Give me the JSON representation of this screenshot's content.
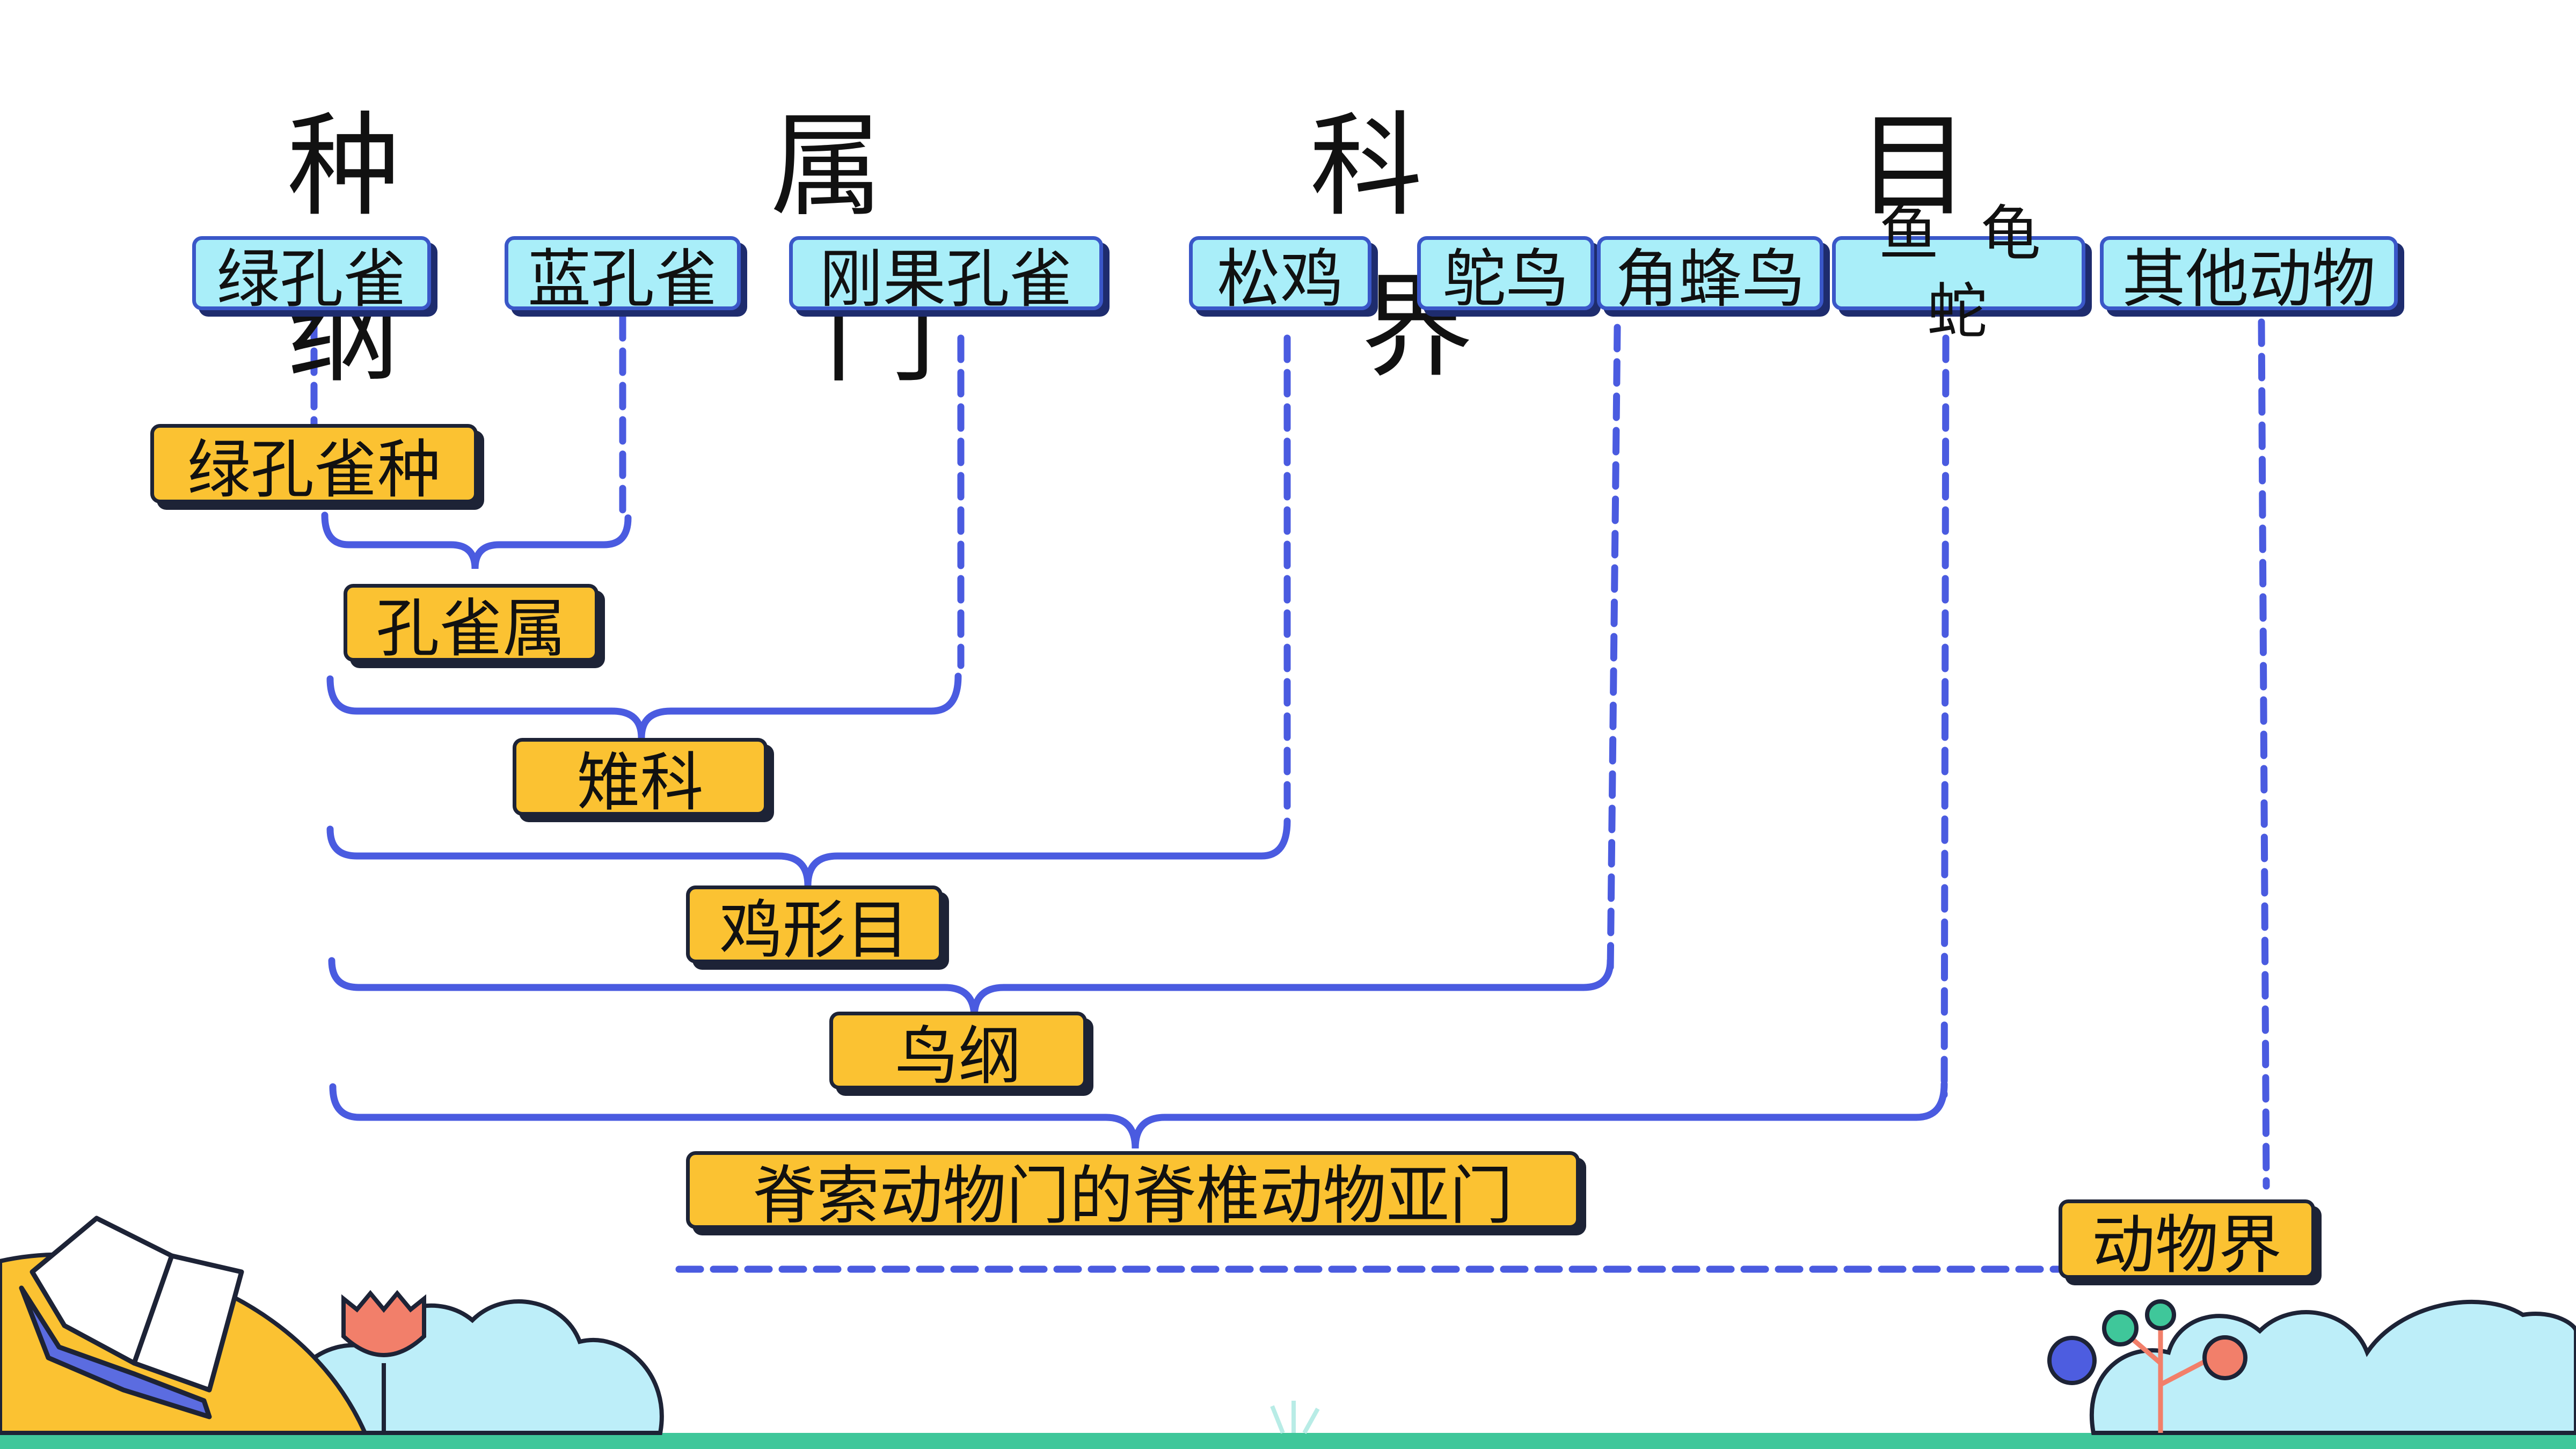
{
  "ranks": {
    "zhong": "种",
    "shu": "属",
    "ke": "科",
    "mu": "目",
    "gang": "纲",
    "men": "门",
    "jie": "界"
  },
  "animals": {
    "green_peacock": "绿孔雀",
    "blue_peacock": "蓝孔雀",
    "congo_peacock": "刚果孔雀",
    "grouse": "松鸡",
    "ostrich": "鸵鸟",
    "hornbill": "角蜂鸟",
    "fish": "鱼",
    "turtle": "龟",
    "snake": "蛇",
    "others": "其他动物"
  },
  "taxa": {
    "species": "绿孔雀种",
    "genus": "孔雀属",
    "family": "雉科",
    "order": "鸡形目",
    "class": "鸟纲",
    "subphylum": "脊索动物门的脊椎动物亚门",
    "kingdom": "动物界"
  },
  "colors": {
    "line": "#4a5be0",
    "animal_fill": "#a9eef9",
    "taxon_fill": "#fbc232"
  }
}
